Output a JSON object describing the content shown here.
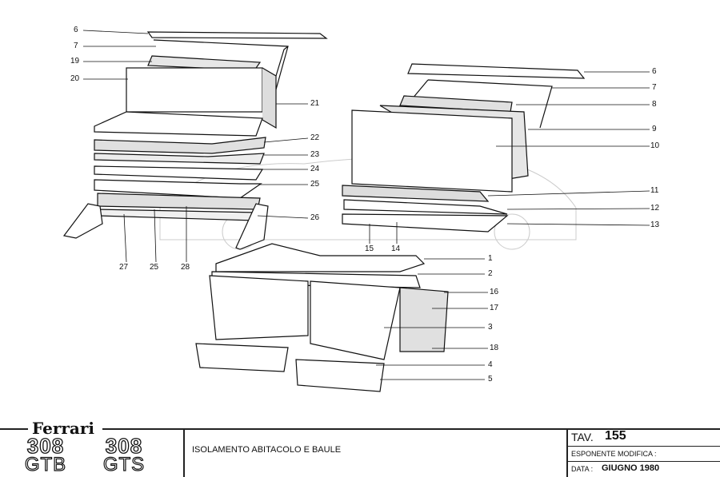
{
  "diagram": {
    "callouts_left": [
      "6",
      "7",
      "19",
      "20",
      "21",
      "22",
      "23",
      "24",
      "25",
      "26",
      "27",
      "25",
      "28"
    ],
    "callouts_right": [
      "6",
      "7",
      "8",
      "9",
      "10",
      "11",
      "12",
      "13",
      "15",
      "14"
    ],
    "callouts_bottom": [
      "1",
      "2",
      "16",
      "17",
      "3",
      "18",
      "4",
      "5"
    ]
  },
  "footer": {
    "brand": "Ferrari",
    "model_1_number": "308",
    "model_1_variant": "GTB",
    "model_2_number": "308",
    "model_2_variant": "GTS",
    "title": "ISOLAMENTO ABITACOLO E BAULE",
    "tav_label": "TAV.",
    "tav_number": "155",
    "esponente_label": "ESPONENTE MODIFICA :",
    "data_label": "DATA :",
    "data_value": "GIUGNO 1980"
  }
}
